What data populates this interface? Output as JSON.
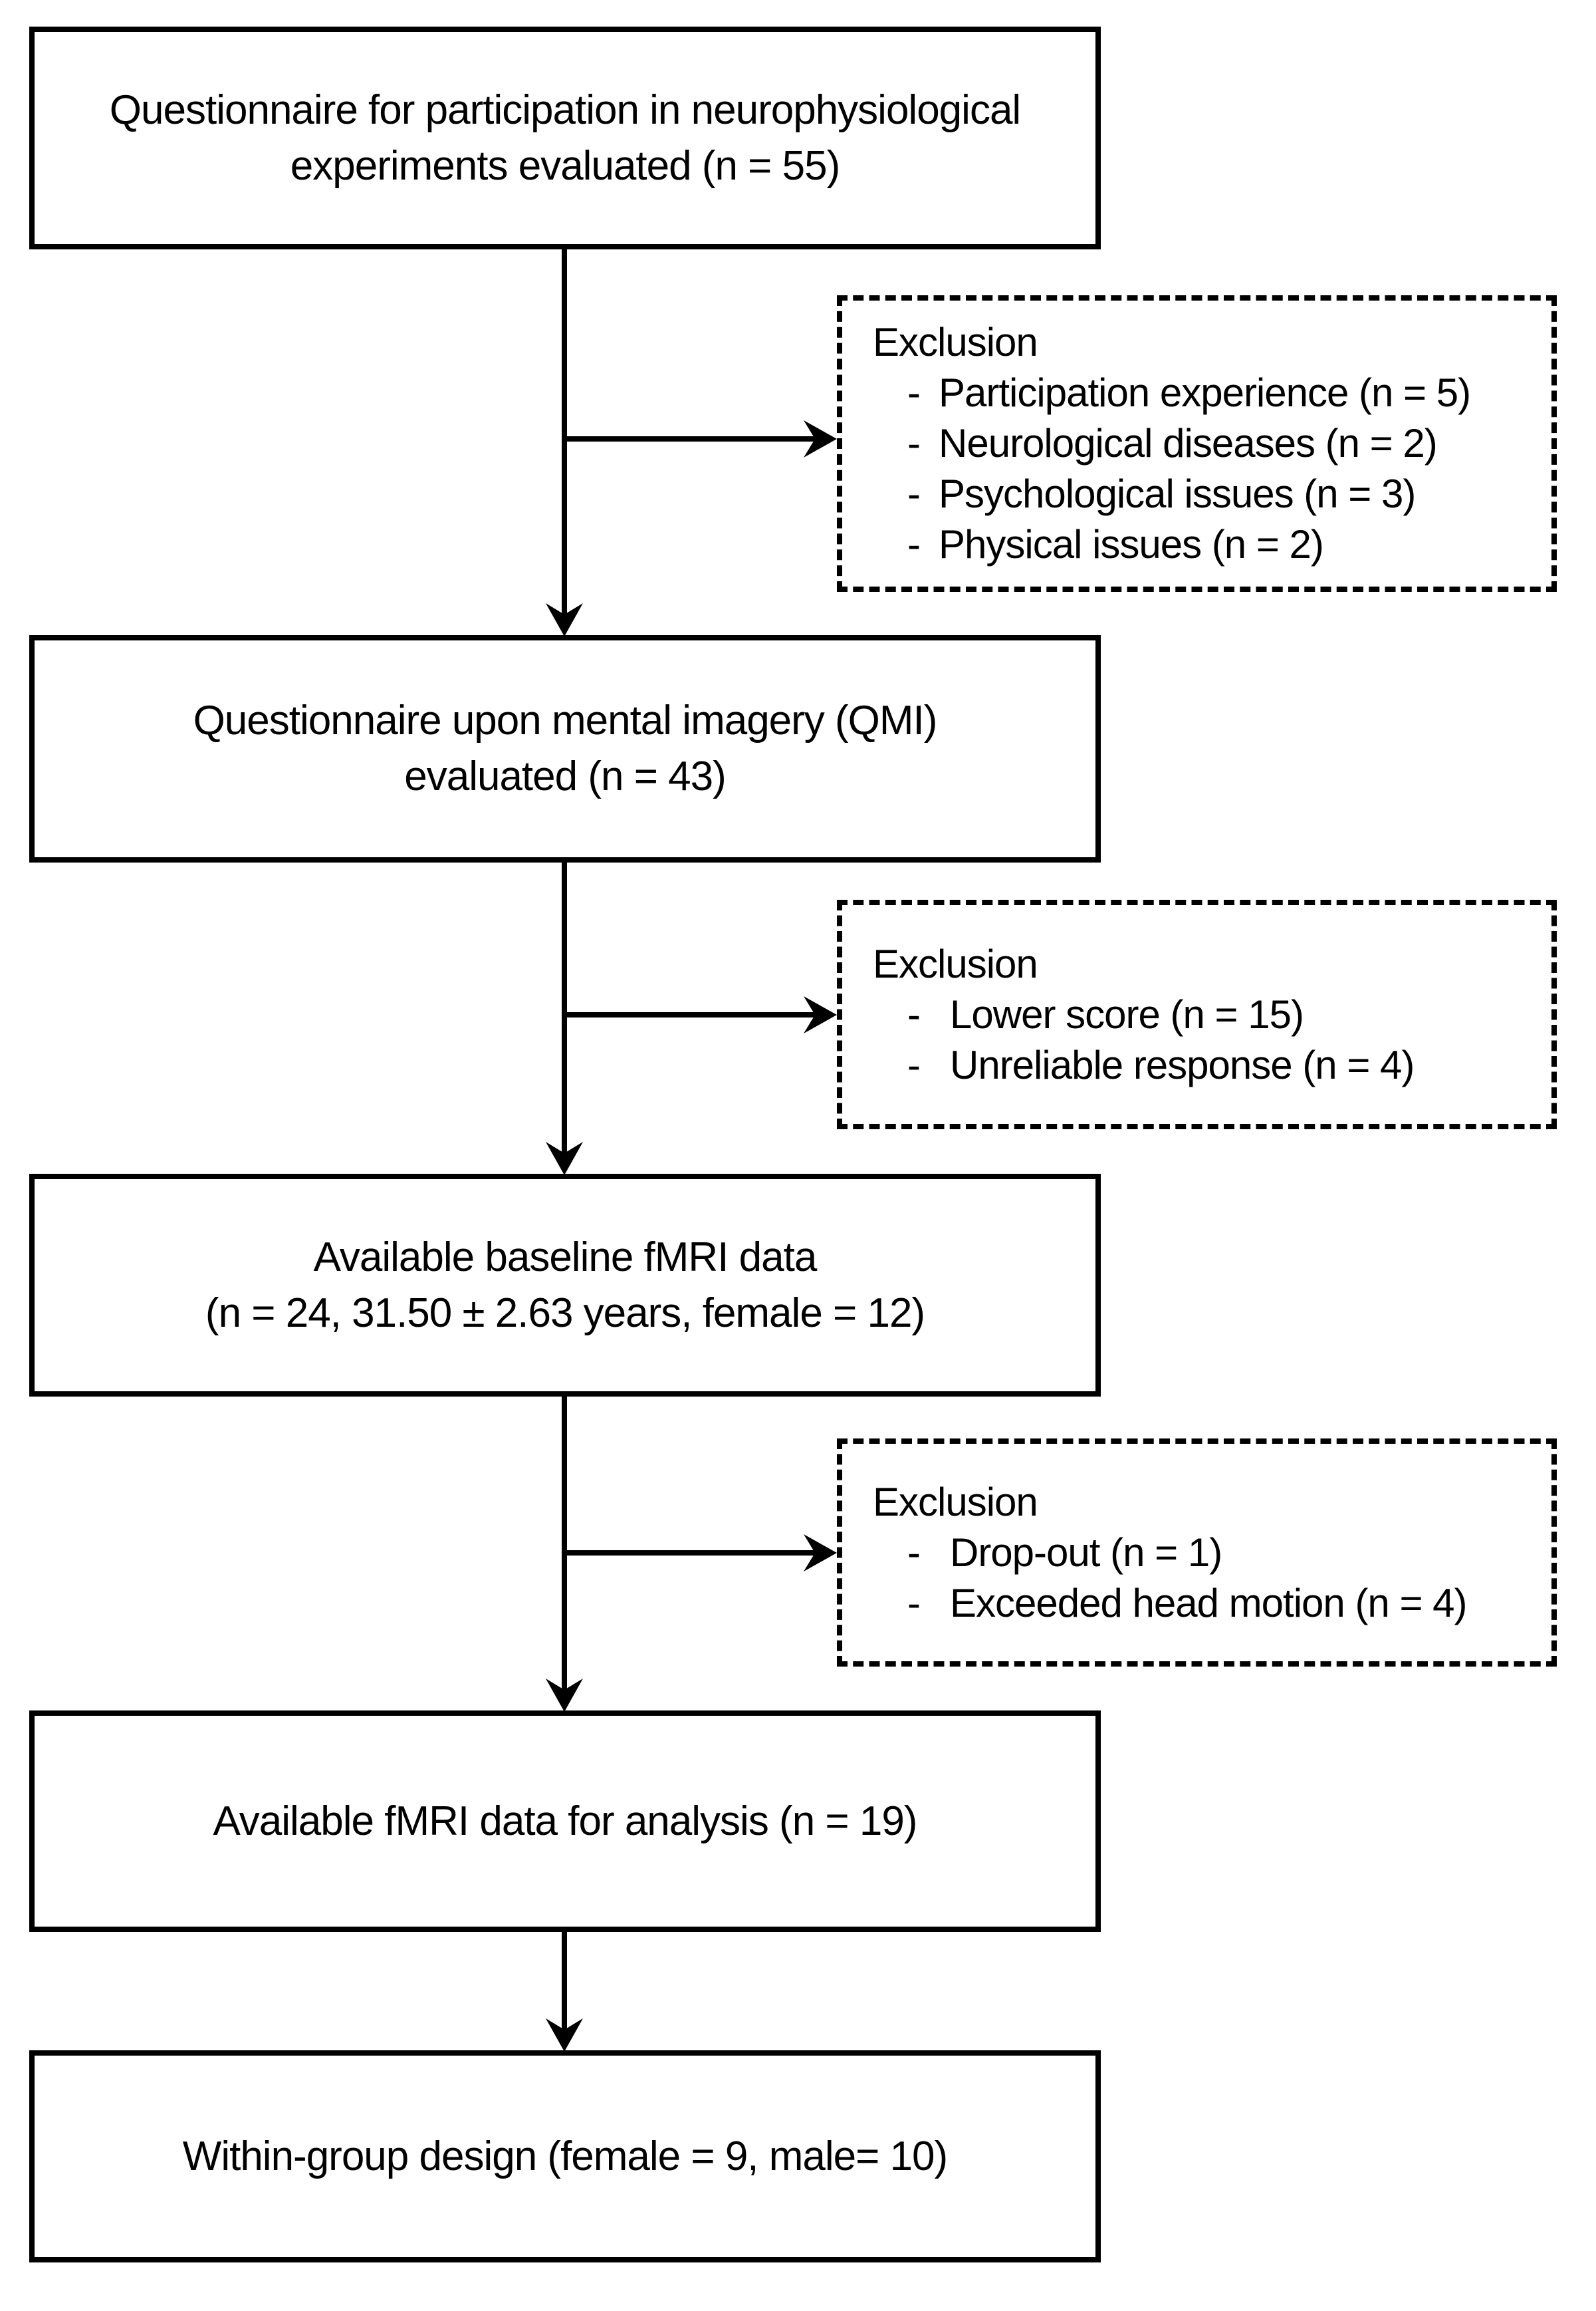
{
  "figure": {
    "kind": "participant-flow-diagram",
    "colors": {
      "background": "#ffffff",
      "line": "#000000",
      "text": "#000000"
    },
    "boxes": [
      {
        "name": "screening",
        "lines": [
          "Questionnaire for participation in neurophysiological",
          "experiments evaluated (n = 55)"
        ]
      },
      {
        "name": "qmi",
        "lines": [
          "Questionnaire upon mental imagery (QMI)",
          "evaluated (n = 43)"
        ]
      },
      {
        "name": "baseline",
        "lines": [
          "Available baseline fMRI data",
          "(n = 24, 31.50 ± 2.63 years, female = 12)"
        ]
      },
      {
        "name": "analysis",
        "lines": [
          "Available fMRI data for analysis (n = 19)"
        ]
      },
      {
        "name": "design",
        "lines": [
          "Within-group design (female = 9, male= 10)"
        ]
      }
    ],
    "exclusions": [
      {
        "title": "Exclusion",
        "items": [
          {
            "bullet": "-",
            "label": "Participation experience (n = 5)"
          },
          {
            "bullet": "-",
            "label": "Neurological diseases (n = 2)"
          },
          {
            "bullet": "-",
            "label": "Psychological issues (n = 3)"
          },
          {
            "bullet": "-",
            "label": "Physical issues (n = 2)"
          }
        ]
      },
      {
        "title": "Exclusion",
        "items": [
          {
            "bullet": "-",
            "label": "Lower score (n = 15)"
          },
          {
            "bullet": "-",
            "label": "Unreliable response (n = 4)"
          }
        ]
      },
      {
        "title": "Exclusion",
        "items": [
          {
            "bullet": "-",
            "label": "Drop-out (n = 1)"
          },
          {
            "bullet": "-",
            "label": "Exceeded head motion (n = 4)"
          }
        ]
      }
    ]
  }
}
